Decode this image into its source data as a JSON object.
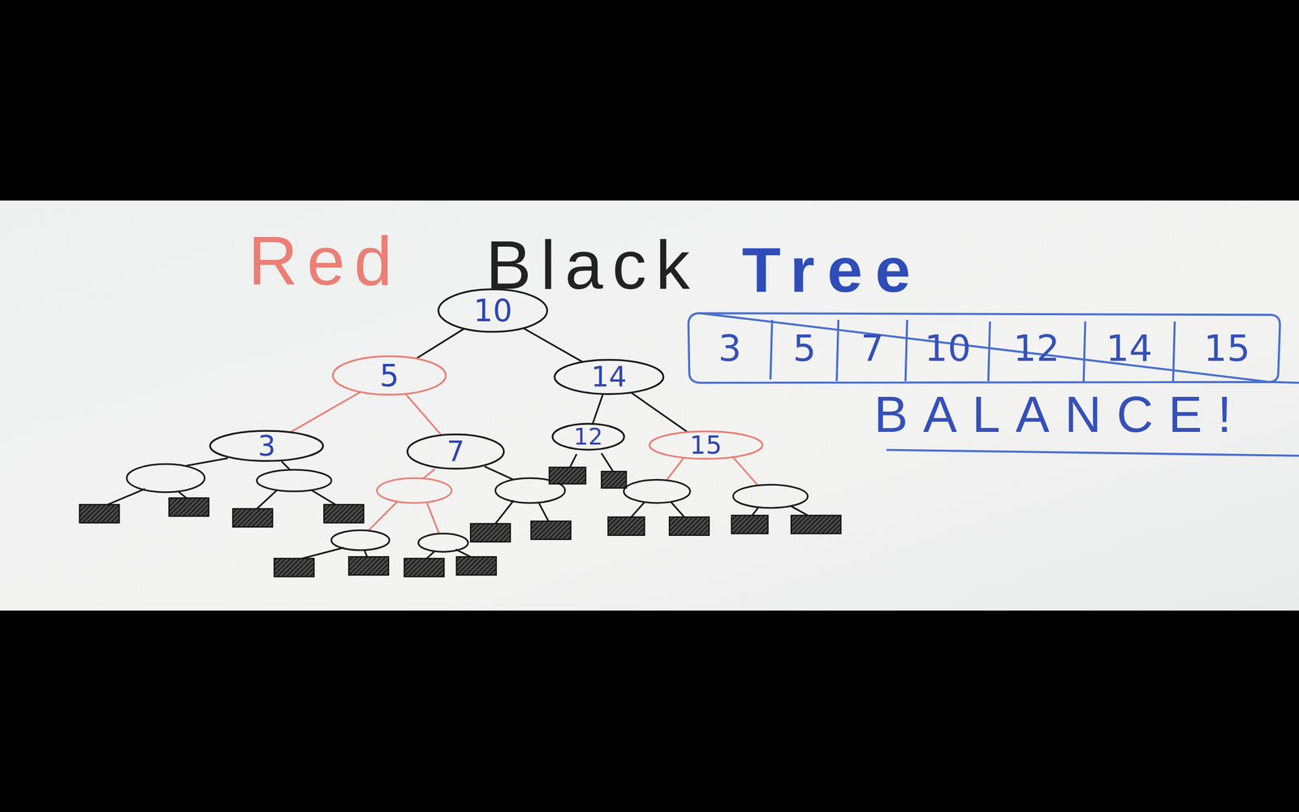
{
  "diagram": {
    "nodes": [
      {
        "text": [
          "10"
        ]
      },
      {
        "text": [
          "5"
        ]
      },
      {
        "text": [
          "14"
        ]
      },
      {
        "text": [
          "3"
        ]
      },
      {
        "text": [
          "7"
        ]
      },
      {
        "text": [
          "12"
        ]
      },
      {
        "text": [
          "15"
        ]
      }
    ],
    "edges": [
      {
        "from": 0,
        "to": 1,
        "arrow": "none"
      },
      {
        "from": 0,
        "to": 2,
        "arrow": "none"
      },
      {
        "from": 1,
        "to": 3,
        "arrow": "none"
      },
      {
        "from": 1,
        "to": 4,
        "arrow": "none"
      },
      {
        "from": 2,
        "to": 5,
        "arrow": "none"
      },
      {
        "from": 2,
        "to": 6,
        "arrow": "none"
      }
    ],
    "labels": [
      "Red",
      "Black",
      "Tree",
      "3",
      "5",
      "7",
      "10",
      "12",
      "14",
      "15",
      "BALANCE!"
    ]
  }
}
